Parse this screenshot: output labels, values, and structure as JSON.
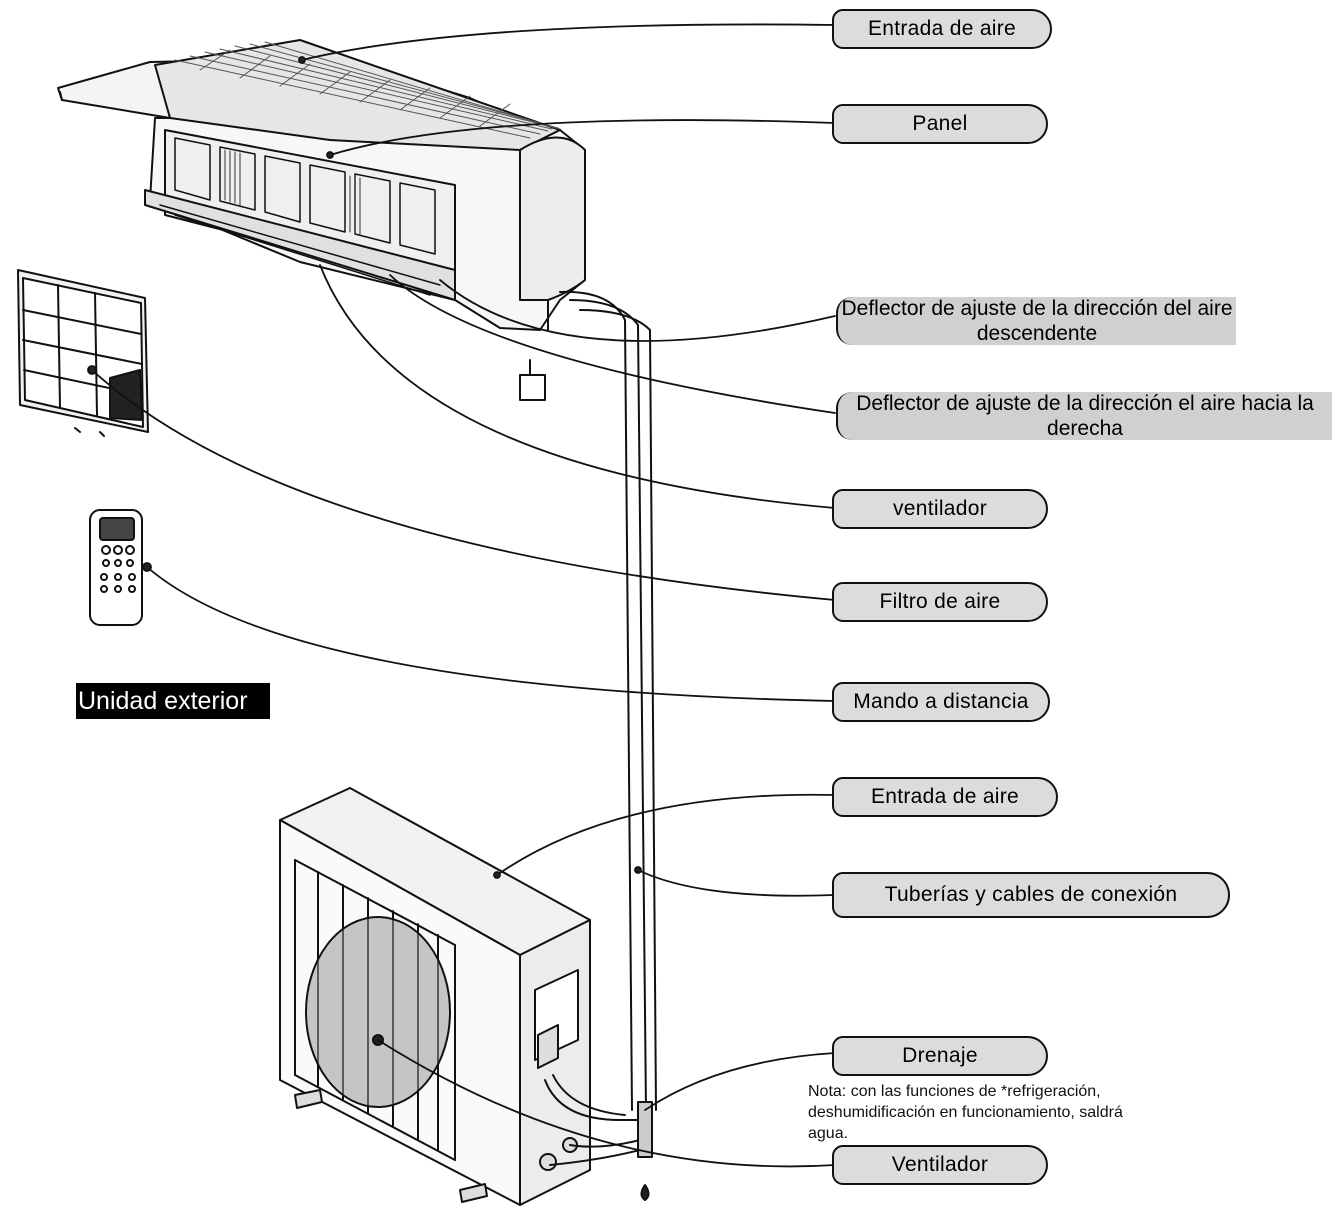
{
  "labels": {
    "entrada_aire_top": "Entrada de aire",
    "panel": "Panel",
    "deflector_descendente": "Deflector de ajuste de la dirección del aire descendente",
    "deflector_derecha": "Deflector de ajuste de la dirección el aire hacia la derecha",
    "ventilador_indoor": "ventilador",
    "filtro_aire": "Filtro de aire",
    "mando_distancia": "Mando a distancia",
    "entrada_aire_bottom": "Entrada de aire",
    "tuberias": "Tuberías y cables de conexión",
    "drenaje": "Drenaje",
    "ventilador_outdoor": "Ventilador"
  },
  "outdoor_unit_heading": "Unidad exterior",
  "note": "Nota: con las funciones de *refrigeración, deshumidificación en funcionamiento, saldrá agua."
}
